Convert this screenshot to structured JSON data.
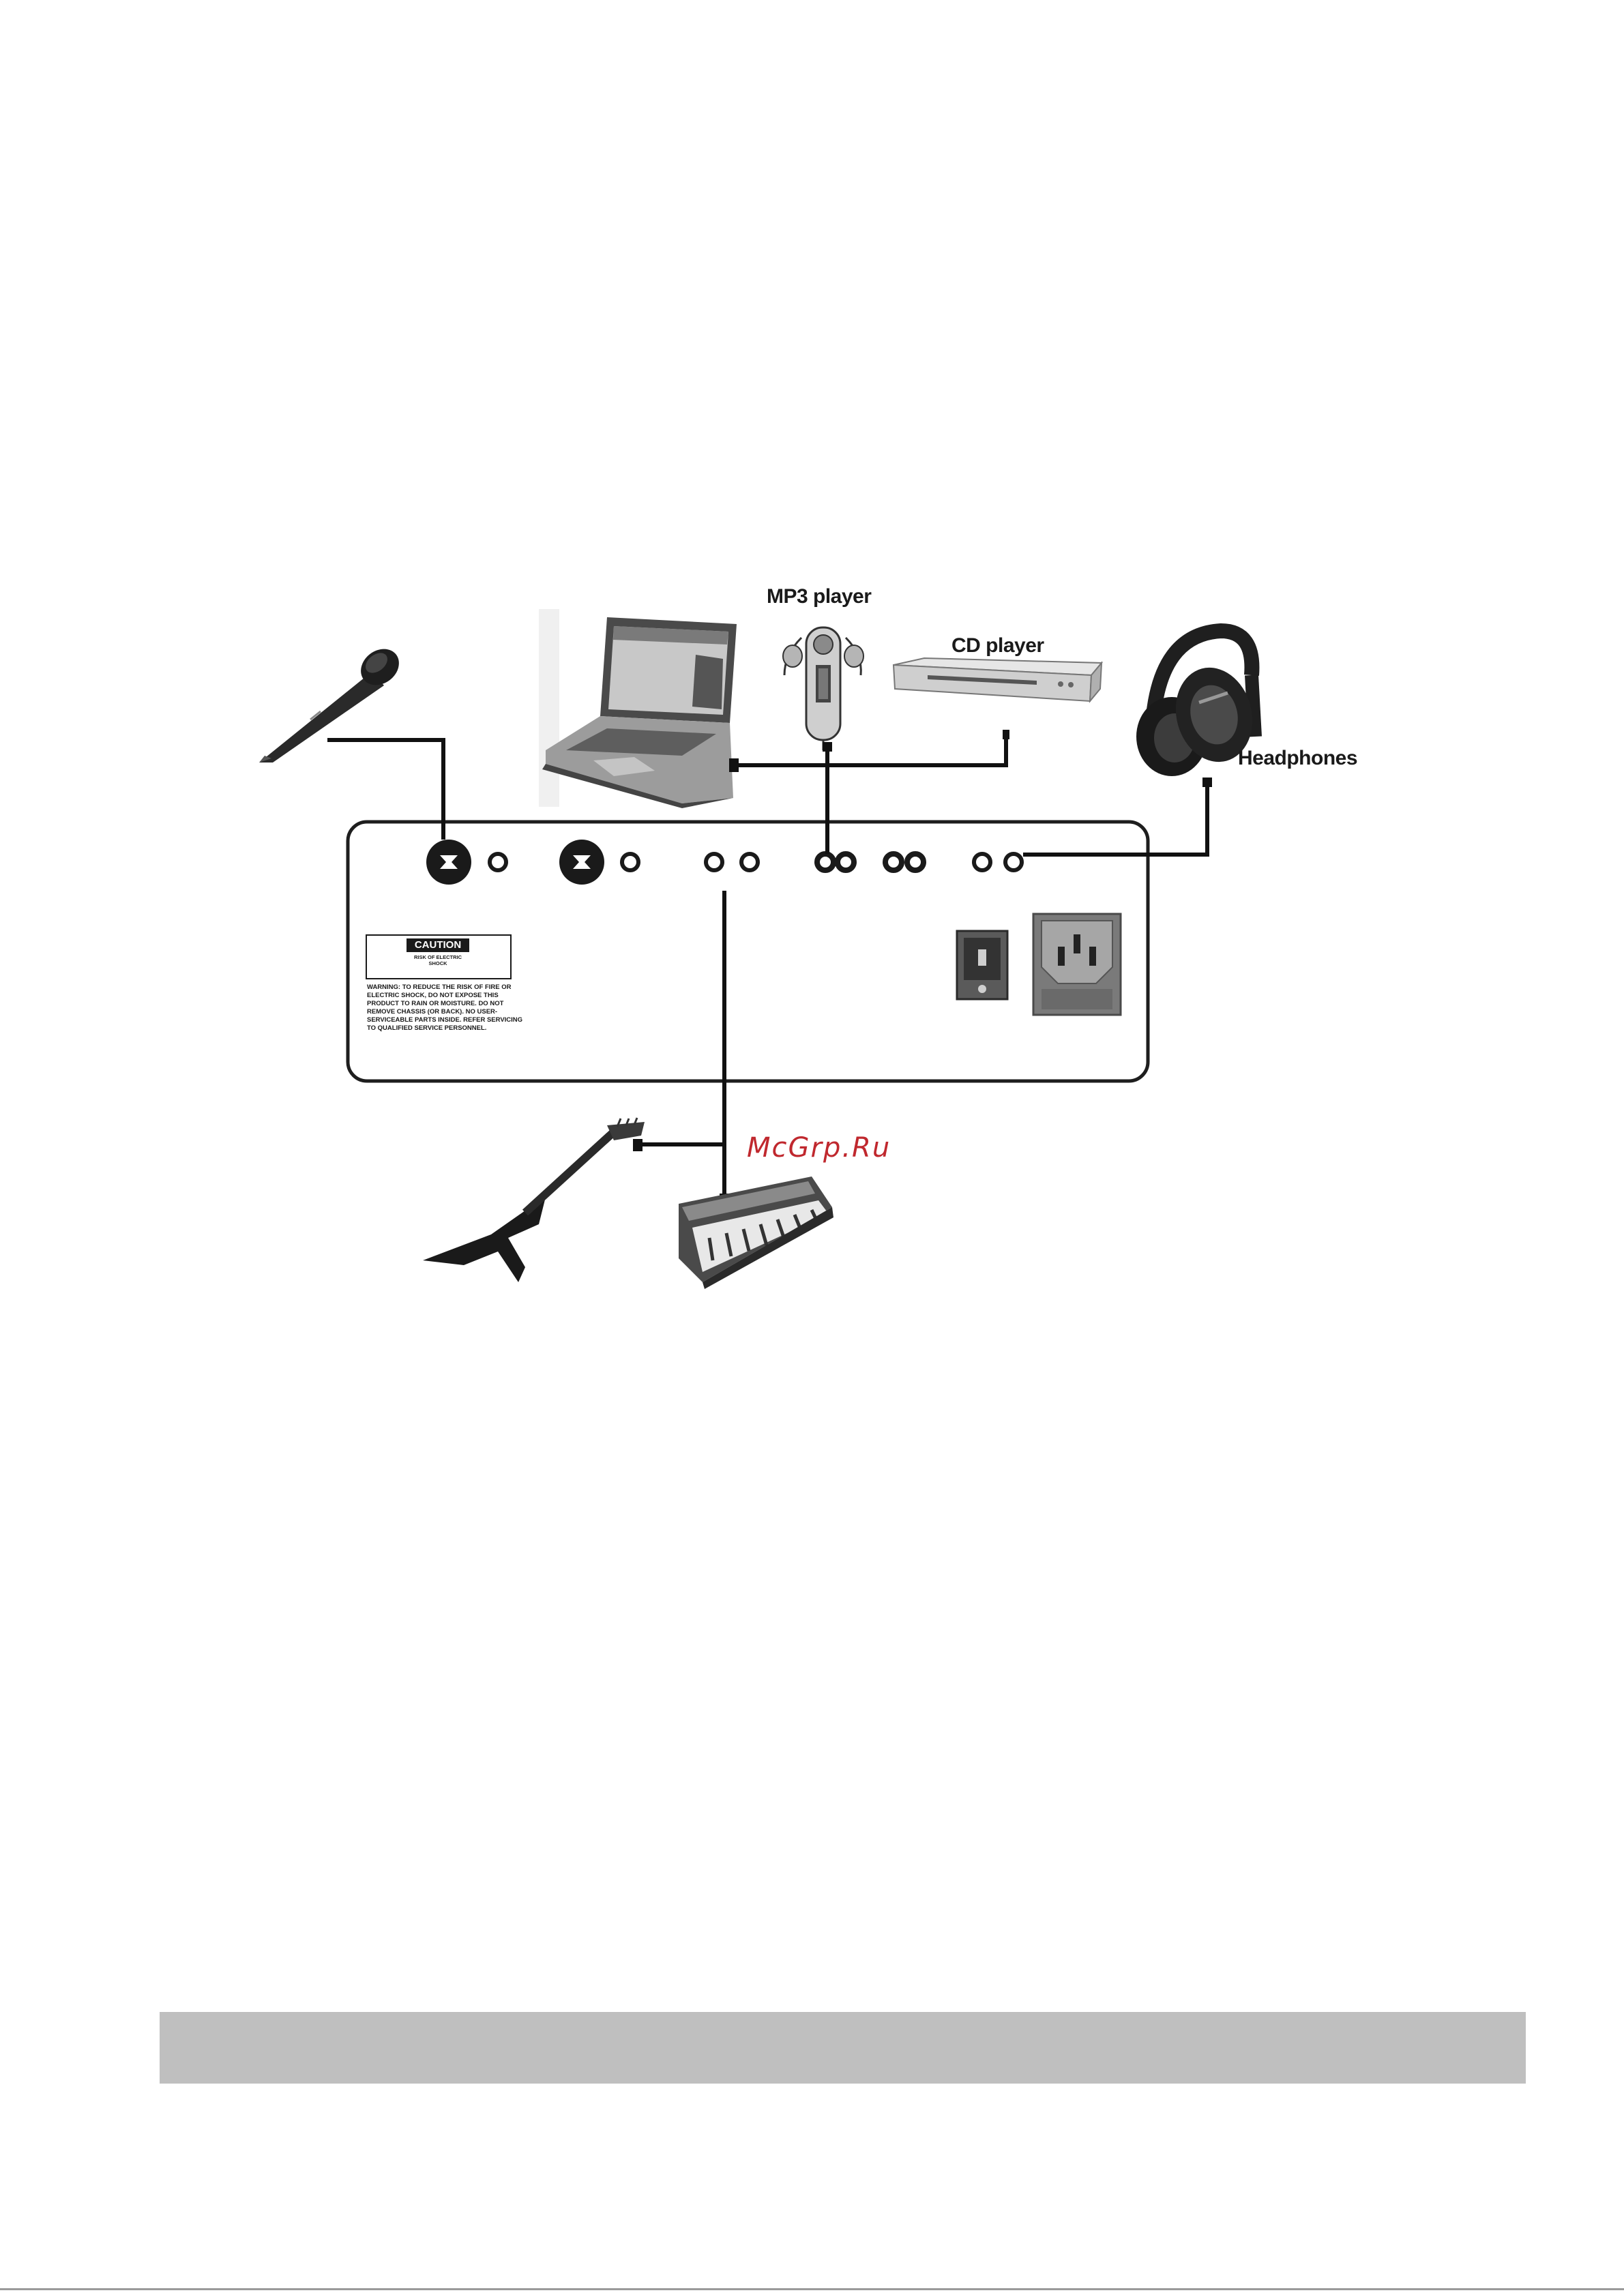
{
  "labels": {
    "mp3_player": "MP3 player",
    "cd_player": "CD player",
    "headphones": "Headphones"
  },
  "rear_panel": {
    "caution": {
      "title": "CAUTION",
      "subtitle": "RISK OF ELECTRIC SHOCK",
      "warning_text": "WARNING: TO REDUCE THE RISK OF FIRE OR ELECTRIC SHOCK, DO NOT EXPOSE THIS PRODUCT TO RAIN OR MOISTURE. DO NOT REMOVE CHASSIS (OR BACK). NO USER-SERVICEABLE PARTS INSIDE. REFER SERVICING TO QUALIFIED SERVICE PERSONNEL."
    }
  },
  "watermark": "McGrp.Ru",
  "icons": {
    "microphone": "microphone-icon",
    "laptop": "laptop-icon",
    "mp3_player": "mp3-player-icon",
    "cd_player": "cd-player-icon",
    "headphones": "headphones-icon",
    "guitar": "electric-guitar-icon",
    "keyboard": "keyboard-synth-icon",
    "power_switch": "power-switch-icon",
    "power_socket": "power-socket-icon"
  }
}
